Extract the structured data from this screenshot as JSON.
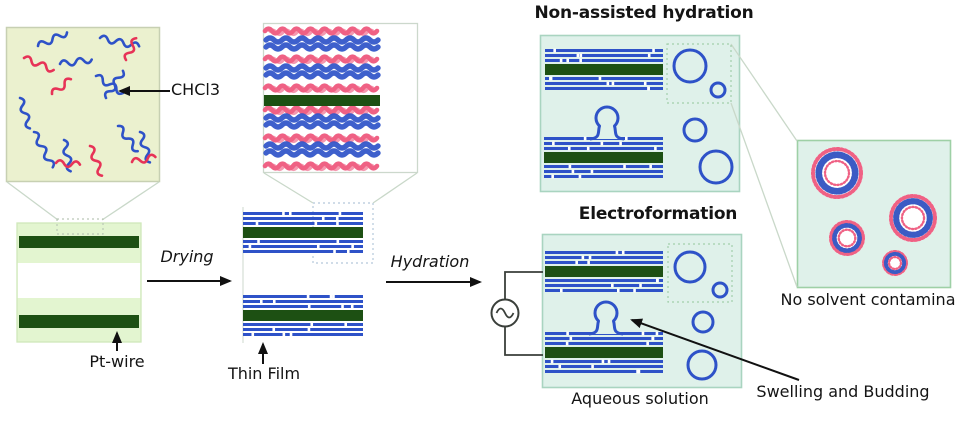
{
  "figure": {
    "left_panel": {
      "solvent_label": "CHCl3",
      "electrode_label": "Pt-wire"
    },
    "process": {
      "drying_label": "Drying",
      "hydration_label": "Hydration"
    },
    "film": {
      "label": "Thin Film"
    },
    "non_assisted": {
      "title": "Non-assisted hydration"
    },
    "electroformation": {
      "title": "Electroformation",
      "solution_label": "Aqueous solution",
      "mechanism_label": "Swelling and Budding"
    },
    "result": {
      "caption": "No solvent contamina"
    },
    "icons": {
      "ac_source_icon": "sine-wave-in-circle"
    },
    "colors": {
      "polymer_blue": "#2e52c8",
      "polymer_red": "#e73357",
      "electrode_green": "#1d5013",
      "solvent_box_bg": "#ebf1cf",
      "pt_box_bg": "#e3f5d0",
      "aqueous_box_bg": "#dff1ea",
      "aqueous_box_border": "#a9d4c0",
      "vesicle_pink": "#ef6184",
      "vesicle_blue": "#3b5bc4",
      "arrow_black": "#111111"
    }
  }
}
